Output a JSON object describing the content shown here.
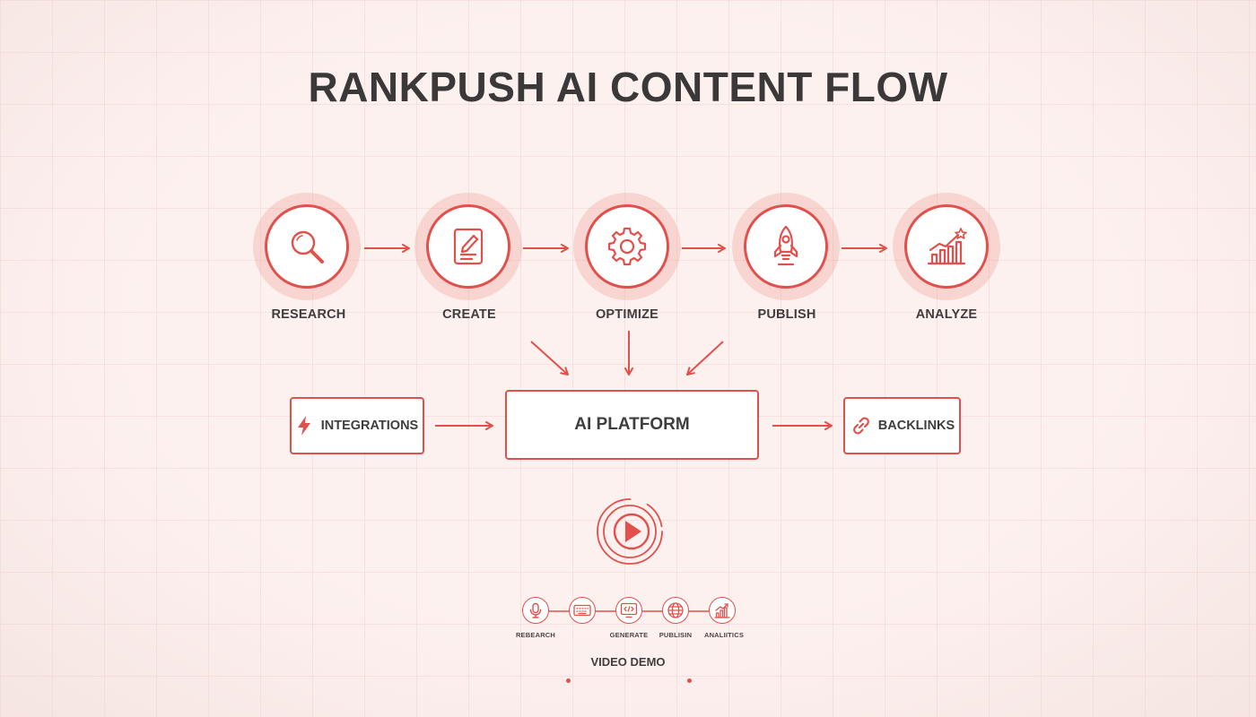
{
  "title": "RANKPUSH AI CONTENT FLOW",
  "colors": {
    "accent": "#e2504c",
    "halo": "#f4a8a1",
    "text": "#3a3838",
    "background": "#fdf1ef"
  },
  "steps": [
    {
      "label": "RESEARCH",
      "icon": "magnifier-icon"
    },
    {
      "label": "CREATE",
      "icon": "document-pencil-icon"
    },
    {
      "label": "OPTIMIZE",
      "icon": "gear-icon"
    },
    {
      "label": "PUBLISH",
      "icon": "rocket-icon"
    },
    {
      "label": "ANALYZE",
      "icon": "growth-chart-icon"
    }
  ],
  "platform": {
    "integrations": {
      "label": "INTEGRATIONS",
      "icon": "lightning-icon"
    },
    "center": {
      "label": "AI PLATFORM"
    },
    "backlinks": {
      "label": "BACKLINKS",
      "icon": "chain-link-icon"
    }
  },
  "video": {
    "play_icon": "play-icon",
    "steps": [
      {
        "label": "REBEARCH",
        "icon": "microphone-icon"
      },
      {
        "label": "",
        "icon": "keyboard-icon"
      },
      {
        "label": "GENERATE",
        "icon": "screen-code-icon"
      },
      {
        "label": "PUBLISIN",
        "icon": "globe-icon"
      },
      {
        "label": "ANALIITICS",
        "icon": "bar-chart-icon"
      }
    ],
    "label": "VIDEO DEMO"
  }
}
